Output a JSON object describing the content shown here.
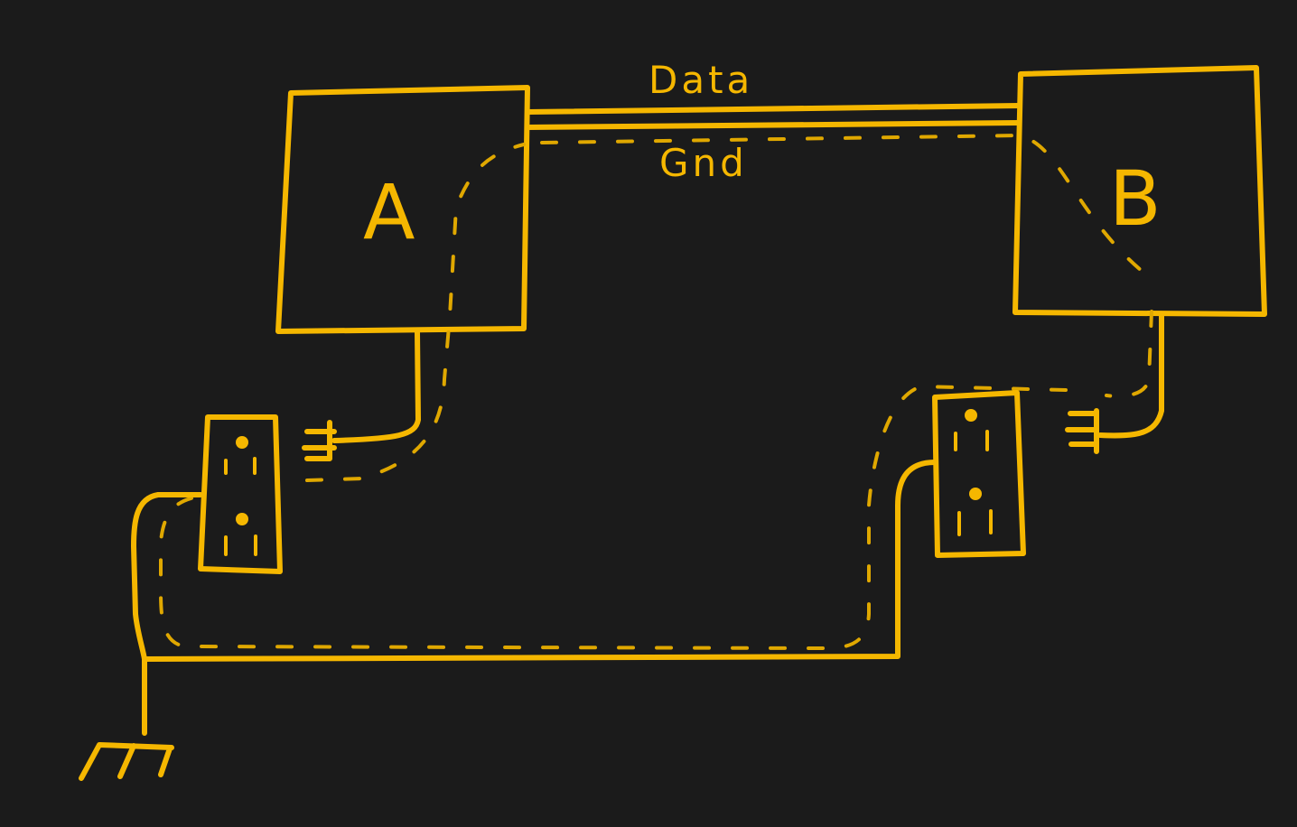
{
  "diagram": {
    "device_a_label": "A",
    "device_b_label": "B",
    "data_line_label": "Data",
    "ground_line_label": "Gnd",
    "ink_color": "#f5b700",
    "background_color": "#1b1b1b"
  }
}
